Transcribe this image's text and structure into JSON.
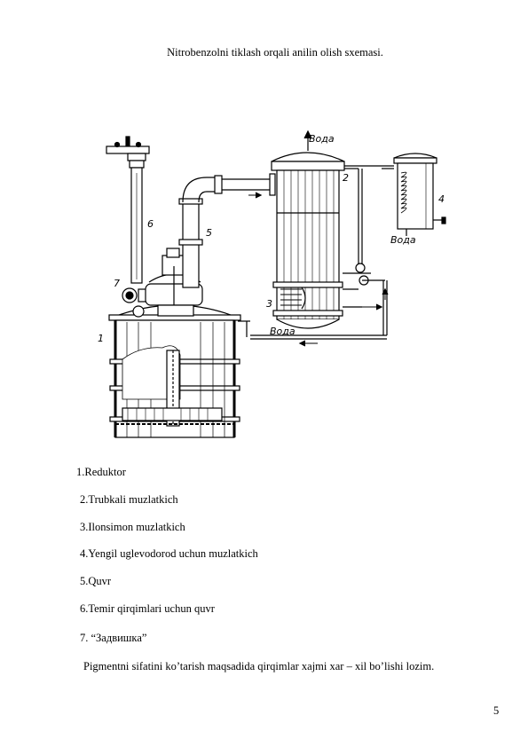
{
  "document": {
    "title": "Nitrobenzolni tiklash orqali anilin olish sxemasi.",
    "figure": {
      "labels": {
        "water_top": "Вода",
        "water_right": "Вода",
        "water_bottom": "Вода",
        "n1": "1",
        "n2": "2",
        "n3": "3",
        "n4": "4",
        "n5": "5",
        "n6": "6",
        "n7": "7"
      }
    },
    "legend": [
      " 1.Reduktor",
      "2.Trubkali muzlatkich",
      "3.Ilonsimon muzlatkich",
      "4.Yengil uglevodorod uchun muzlatkich",
      "5.Quvr",
      "6.Temir qirqimlari uchun quvr",
      "7. “Задвишка”"
    ],
    "note": " Pigmentni sifatini ko’tarish maqsadida qirqimlar xajmi xar – xil bo’lishi lozim.",
    "page_number": "5"
  }
}
